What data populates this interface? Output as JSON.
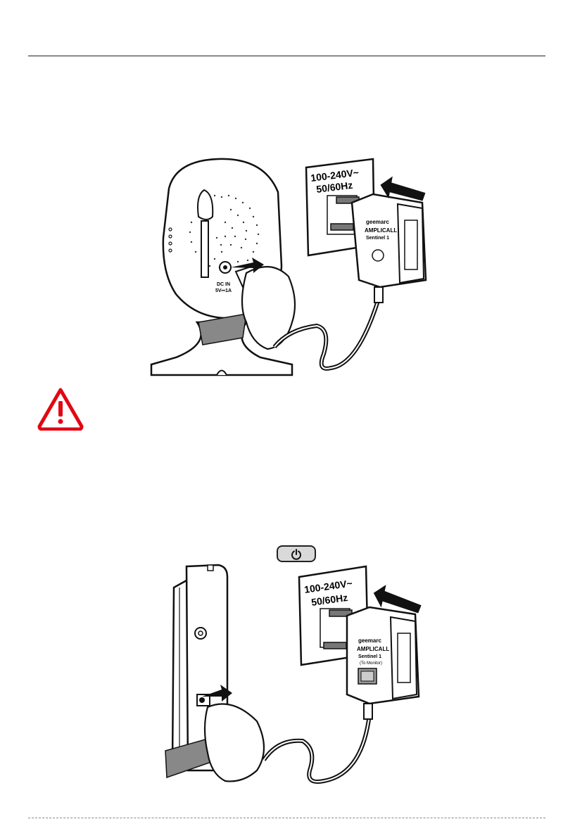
{
  "camera_figure": {
    "wall_voltage": "100-240V~",
    "wall_frequency": "50/60Hz",
    "dc_in_label": "DC IN",
    "dc_rating": "5V⎓1A",
    "adapter_label": {
      "brand": "geemarc",
      "product": "AMPLICALL",
      "model": "Sentinel 1"
    }
  },
  "monitor_figure": {
    "wall_voltage": "100-240V~",
    "wall_frequency": "50/60Hz",
    "adapter_label": {
      "brand": "geemarc",
      "product": "AMPLICALL",
      "model": "Sentinel 1",
      "target": "(To Monitor)"
    }
  },
  "icons": {
    "warning": "warning-triangle-icon",
    "power": "power-icon"
  },
  "colors": {
    "warning_red": "#e30613",
    "power_button_fill": "#d9d9d9"
  }
}
